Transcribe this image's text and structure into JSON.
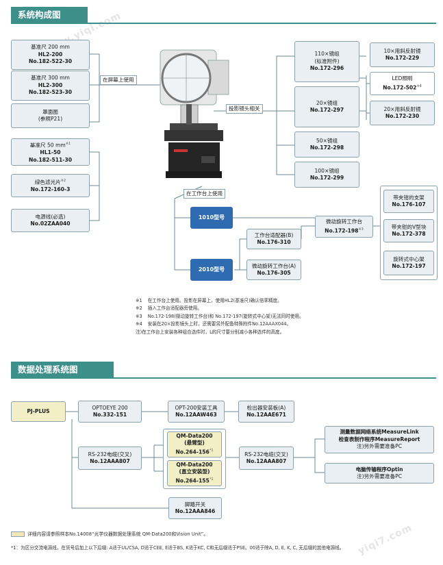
{
  "section1": {
    "title": "系统构成图",
    "labels": {
      "on_screen": "在屏幕上使用",
      "lens": "投影镜头相关",
      "on_stage": "在工作台上使用"
    },
    "left_boxes": [
      {
        "l1": "基准尺 200 mm",
        "l2": "HL2-200",
        "l3": "No.182-522-30"
      },
      {
        "l1": "基准尺 300 mm",
        "l2": "HL2-300",
        "l3": "No.182-523-30"
      },
      {
        "l1": "罩面图",
        "l2": "(参照P21)",
        "l3": ""
      },
      {
        "l1": "基准尺 50 mm",
        "sup": "※1",
        "l2": "HL1-50",
        "l3": "No.182-511-30"
      },
      {
        "l1": "绿色滤光片",
        "sup": "※2",
        "l2": "No.172-160-3",
        "l3": ""
      },
      {
        "l1": "电源线(必选)",
        "l2": "No.02ZAA040",
        "l3": ""
      }
    ],
    "lens_boxes": [
      {
        "l1": "110×镜组",
        "l2": "(标准附件)",
        "l3": "No.172-296"
      },
      {
        "l1": "20×镜组",
        "l2": "No.172-297"
      },
      {
        "l1": "50×镜组",
        "l2": "No.172-298"
      },
      {
        "l1": "100×镜组",
        "l2": "No.172-299"
      }
    ],
    "right_boxes": [
      {
        "l1": "10×用斜反射镜",
        "l2": "No.172-229"
      },
      {
        "l1": "LED照明",
        "l2": "No.172-502",
        "sup": "※4"
      },
      {
        "l1": "20×用斜反射镜",
        "l2": "No.172-230"
      }
    ],
    "stage": {
      "model_1010": "1010型号",
      "model_2010": "2010型号",
      "adapter": {
        "l1": "工作台适配器(B)",
        "l2": "No.176-310"
      },
      "rot_a": {
        "l1": "微动旋转工作台(A)",
        "l2": "No.176-305"
      },
      "rot": {
        "l1": "微动旋转工作台",
        "l2": "No.172-198",
        "sup": "※3"
      },
      "clamp_holder": {
        "l1": "带夹钳的支架",
        "l2": "No.176-107"
      },
      "clamp_v": {
        "l1": "带夹钳的V型块",
        "l2": "No.172-378"
      },
      "center": {
        "l1": "旋转式中心架",
        "l2": "No.172-197"
      }
    },
    "notes": [
      {
        "k": "※1",
        "t": "在工作台上使用。投影在屏幕上，使用HL2(基准尺)确认倍率精度。"
      },
      {
        "k": "※2",
        "t": "插入工作台适配器旁使用。"
      },
      {
        "k": "※3",
        "t": "No.172-198(微动旋转工作台)和 No.172-197(旋转式中心架)无法同时使用。"
      },
      {
        "k": "※4",
        "t": "安装在20×投影镜头上时，还需要另外配备特殊附件No.12AAAX044。"
      },
      {
        "k": "",
        "t": "注)在工作台上安装各种组合选件时，L的尺寸要分别减小各种选件的高度。"
      }
    ]
  },
  "section2": {
    "title": "数据处理系统图",
    "pj_plus": "PJ-PLUS",
    "optoeye": {
      "l1": "OPTOEYE 200",
      "l2": "No.332-151"
    },
    "opt_tool": {
      "l1": "OPT-200安装工具",
      "l2": "No.12AAW463"
    },
    "detector": {
      "l1": "检出器安装板(A)",
      "l2": "No.12AAE671"
    },
    "rs232_left": {
      "l1": "RS-232电缆(交叉)",
      "l2": "No.12AAA807"
    },
    "qm_hang": {
      "l1": "QM-Data200",
      "l2": "(悬臂型)",
      "l3": "No.264-156",
      "sup": "*1"
    },
    "qm_stand": {
      "l1": "QM-Data200",
      "l2": "(直立安装型)",
      "l3": "No.264-155",
      "sup": "*1"
    },
    "rs232_right": {
      "l1": "RS-232电缆(交叉)",
      "l2": "No.12AAA807"
    },
    "measurelink": {
      "l1": "测量数据网络系统MeasureLink",
      "l2": "检查表制作程序MeasureReport",
      "l3": "注)另外需要准备PC"
    },
    "optin": {
      "l1": "电脑传输程序Optin",
      "l2": "注)另外需要准备PC"
    },
    "foot_switch": {
      "l1": "脚踏开关",
      "l2": "No.12AAA846"
    },
    "legend": "详细内容请参照样本No.14008“光学仪器数据处理系统 QM-Data200和Vision Unit”。",
    "footnote": "*1：为区分交流电源线，在货号后加上以下后缀: A适于UL/CSA, D适于CEE, E适于BS, K适于KC, C和无后缀适于PSE。00适于除A, D, E, K, C, 无后缀的其他电源线。"
  },
  "colors": {
    "accent": "#3d8f8a",
    "box_bg": "#e9eff2",
    "blue": "#2e6bb0",
    "yellow": "#f2eec6"
  }
}
